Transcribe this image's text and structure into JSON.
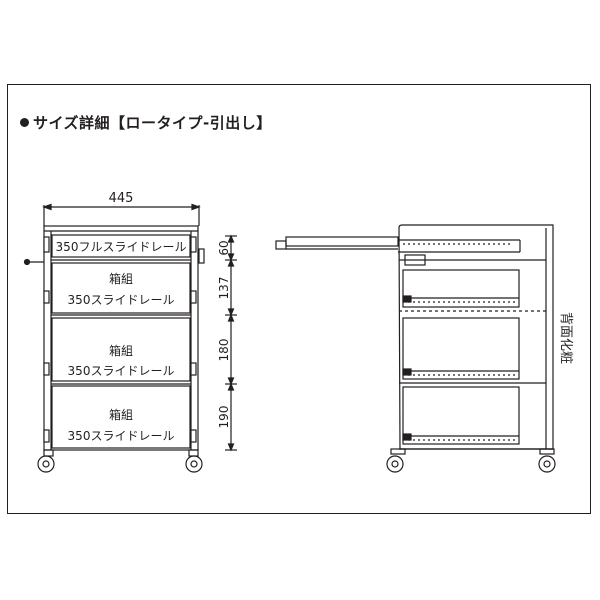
{
  "heading": "サイズ詳細【ロータイプ-引出し】",
  "width_dimension": "445",
  "drawers": [
    {
      "top_label": "",
      "rail_label": "350フルスライドレール"
    },
    {
      "top_label": "箱組",
      "rail_label": "350スライドレール"
    },
    {
      "top_label": "箱組",
      "rail_label": "350スライドレール"
    },
    {
      "top_label": "箱組",
      "rail_label": "350スライドレール"
    }
  ],
  "height_dimensions": [
    "60",
    "137",
    "180",
    "190"
  ],
  "back_note": "背面化粧",
  "colors": {
    "line": "#231f20",
    "background": "#ffffff"
  }
}
